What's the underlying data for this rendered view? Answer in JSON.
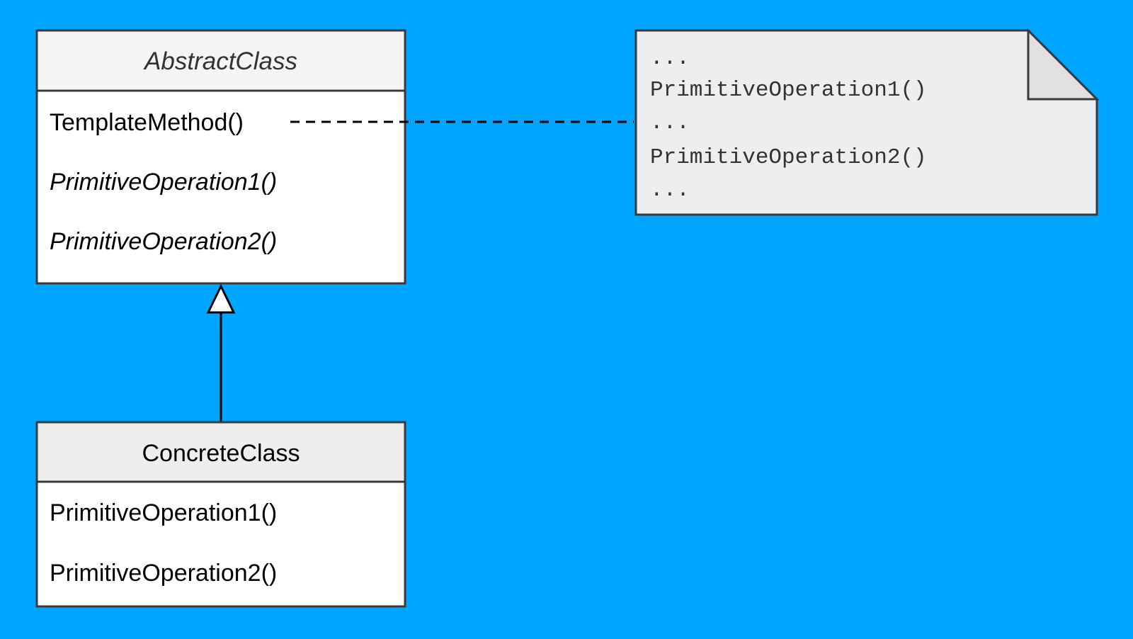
{
  "abstract_class": {
    "name": "AbstractClass",
    "operations": [
      {
        "label": "TemplateMethod()",
        "italic": false
      },
      {
        "label": "PrimitiveOperation1()",
        "italic": true
      },
      {
        "label": "PrimitiveOperation2()",
        "italic": true
      }
    ]
  },
  "concrete_class": {
    "name": "ConcreteClass",
    "operations": [
      {
        "label": "PrimitiveOperation1()"
      },
      {
        "label": "PrimitiveOperation2()"
      }
    ]
  },
  "note": {
    "lines": [
      "...",
      "PrimitiveOperation1()",
      "...",
      "PrimitiveOperation2()",
      "..."
    ]
  },
  "colors": {
    "background": "#00A5FF",
    "class_header_abstract": "#F5F5F5",
    "class_header_concrete": "#EEEEEE",
    "class_body": "#FFFFFF",
    "note_fill": "#EEEEEE",
    "border": "#3A3A3A"
  }
}
